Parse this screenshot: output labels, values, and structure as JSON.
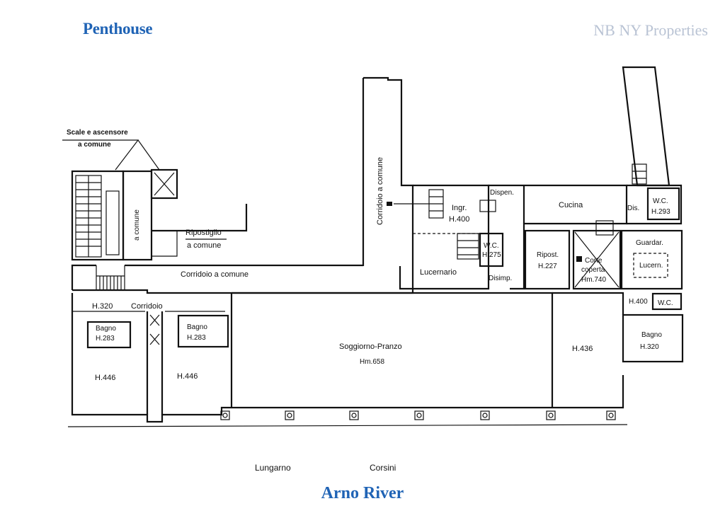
{
  "header": {
    "title": "Penthouse",
    "brand": "NB NY Properties"
  },
  "colors": {
    "accent": "#1f63b5",
    "brand_muted": "#b9c3d4",
    "line": "#111111"
  },
  "plan": {
    "stairs_label_1": "Scale e ascensore",
    "stairs_label_2": "a comune",
    "vertical_label": "a comune",
    "storage_1": "Ripostiglio",
    "storage_2": "a comune",
    "shared_corridor": "Corridoio a comune",
    "north_corridor": "Corridoio a comune",
    "corridor_short": "Corridoio",
    "h320_left": "H.320",
    "bath_a_1": "Bagno",
    "bath_a_2": "H.283",
    "bath_b_1": "Bagno",
    "bath_b_2": "H.283",
    "room_a": "H.446",
    "room_b": "H.446",
    "living_1": "Soggiorno-Pranzo",
    "living_2": "Hm.658",
    "entry_1": "Ingr.",
    "entry_2": "H.400",
    "wc_mid_1": "W.C.",
    "wc_mid_2": "H.275",
    "pantry": "Dispen.",
    "skylight": "Lucernario",
    "hallway": "Disimp.",
    "store_1": "Ripost.",
    "store_2": "H.227",
    "kitchen": "Cucina",
    "court_1": "Corte",
    "court_2": "coperta",
    "court_3": "Hm.740",
    "dis": "Dis.",
    "wc_right_1": "W.C.",
    "wc_right_2": "H.293",
    "wardrobe": "Guardar.",
    "skylight_small": "Lucern.",
    "h400_right": "H.400",
    "wc_small": "W.C.",
    "room_c": "H.436",
    "bath_c_1": "Bagno",
    "bath_c_2": "H.320"
  },
  "footer": {
    "street_1": "Lungarno",
    "street_2": "Corsini",
    "river": "Arno River"
  }
}
